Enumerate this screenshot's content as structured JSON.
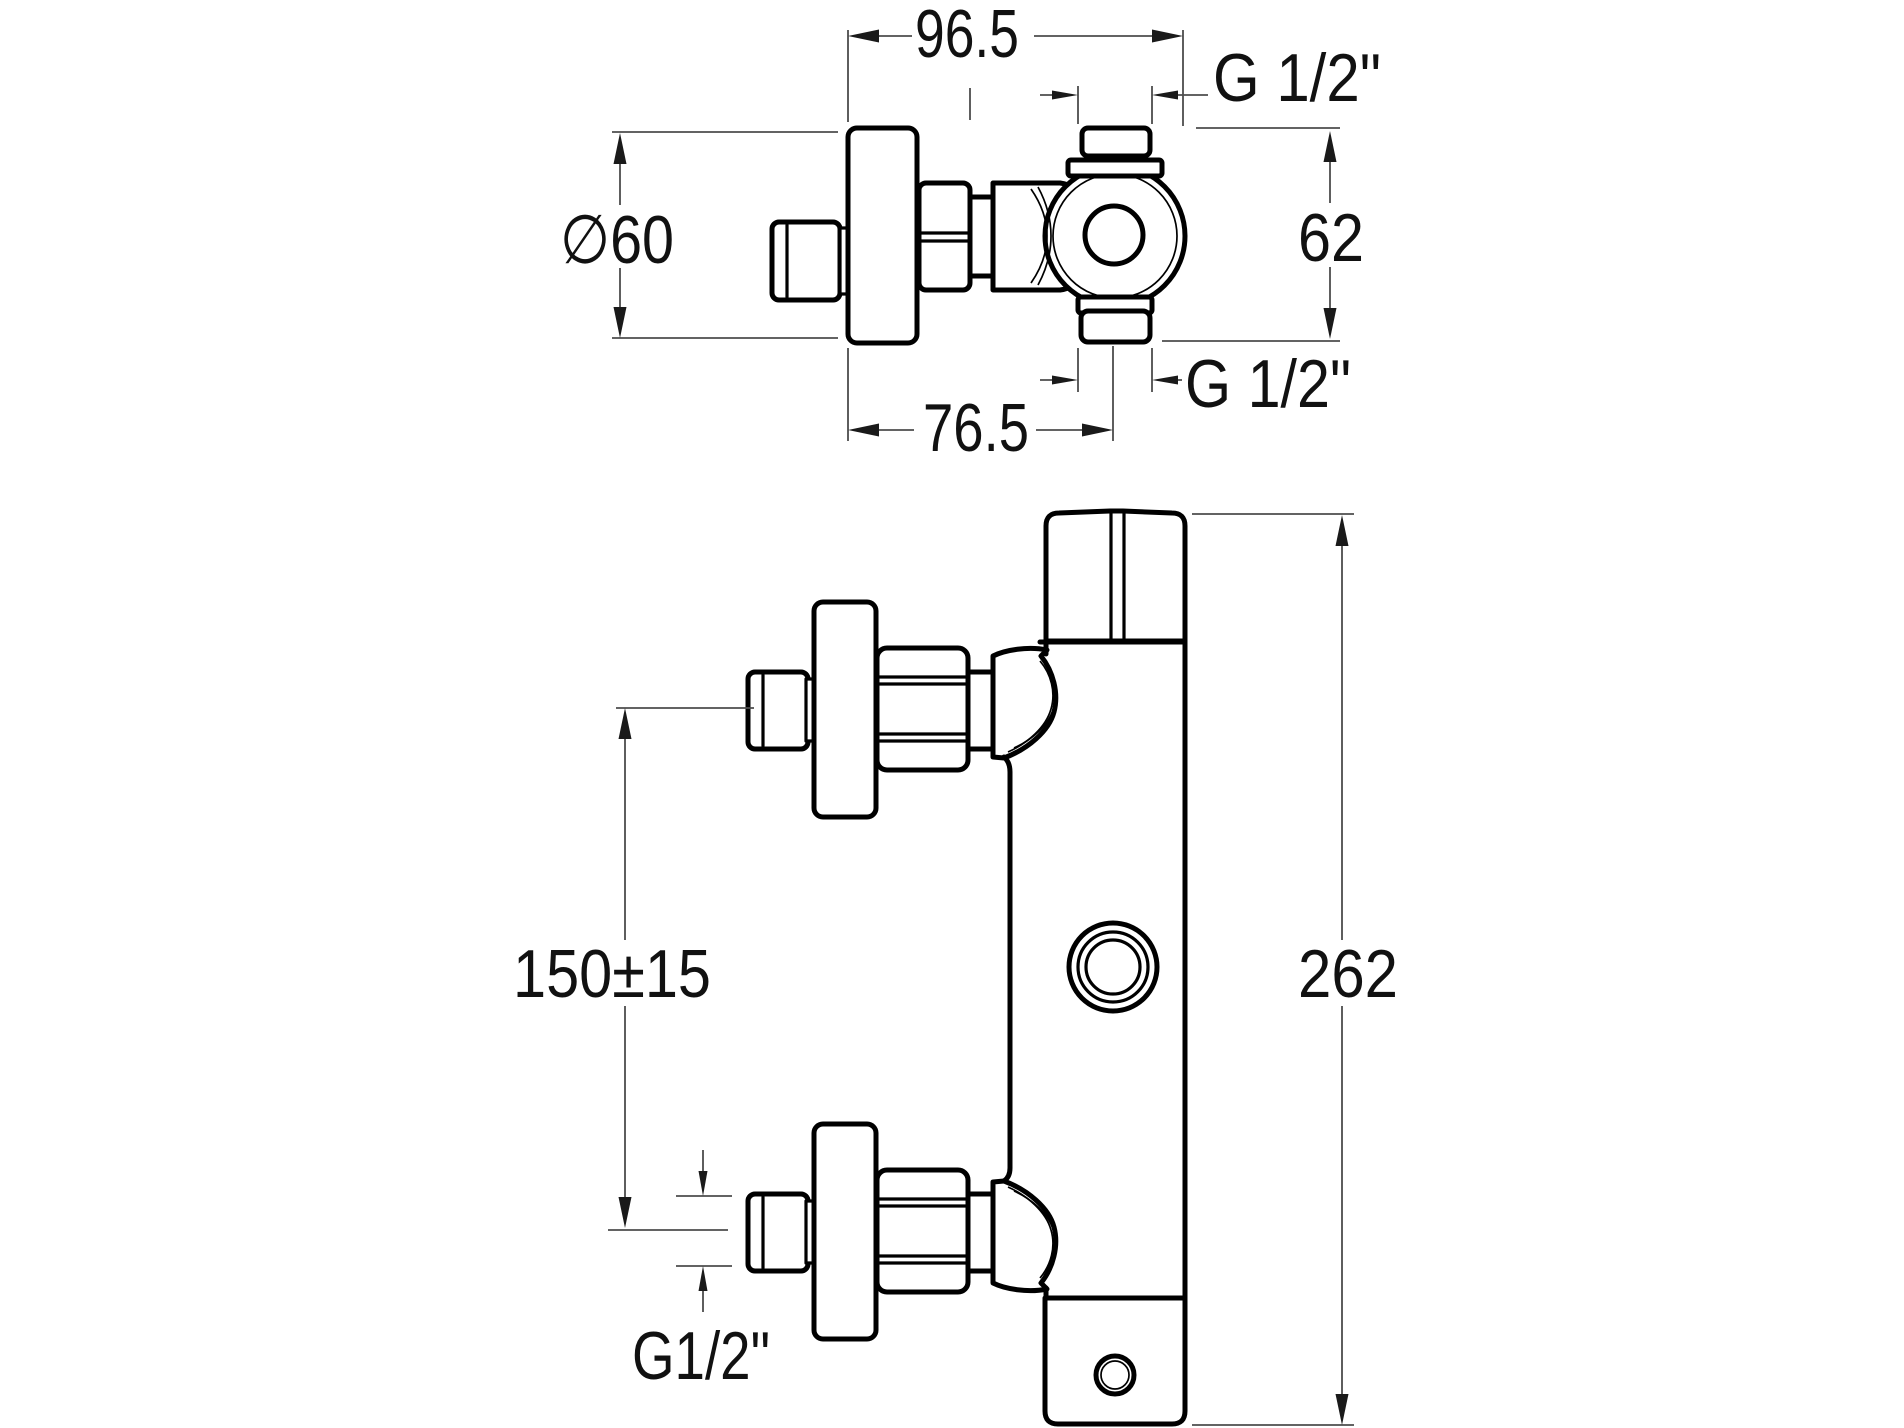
{
  "drawing": {
    "type": "technical-dimension-drawing",
    "subject": "thermostatic shower mixer valve, two orthographic views",
    "colors": {
      "outline": "#000000",
      "dimension_lines": "#4d4d4d",
      "text": "#111111",
      "background": "#ffffff"
    },
    "views": {
      "top_view": {
        "dims": {
          "overall_width": "96.5",
          "top_port_thread": "G 1/2\"",
          "flange_diameter": "∅60",
          "depth": "62",
          "port_center_offset": "76.5",
          "bottom_port_thread": "G 1/2\""
        }
      },
      "front_view": {
        "dims": {
          "inlet_spacing": "150±15",
          "overall_height": "262",
          "inlet_thread": "G1/2\""
        }
      }
    }
  }
}
